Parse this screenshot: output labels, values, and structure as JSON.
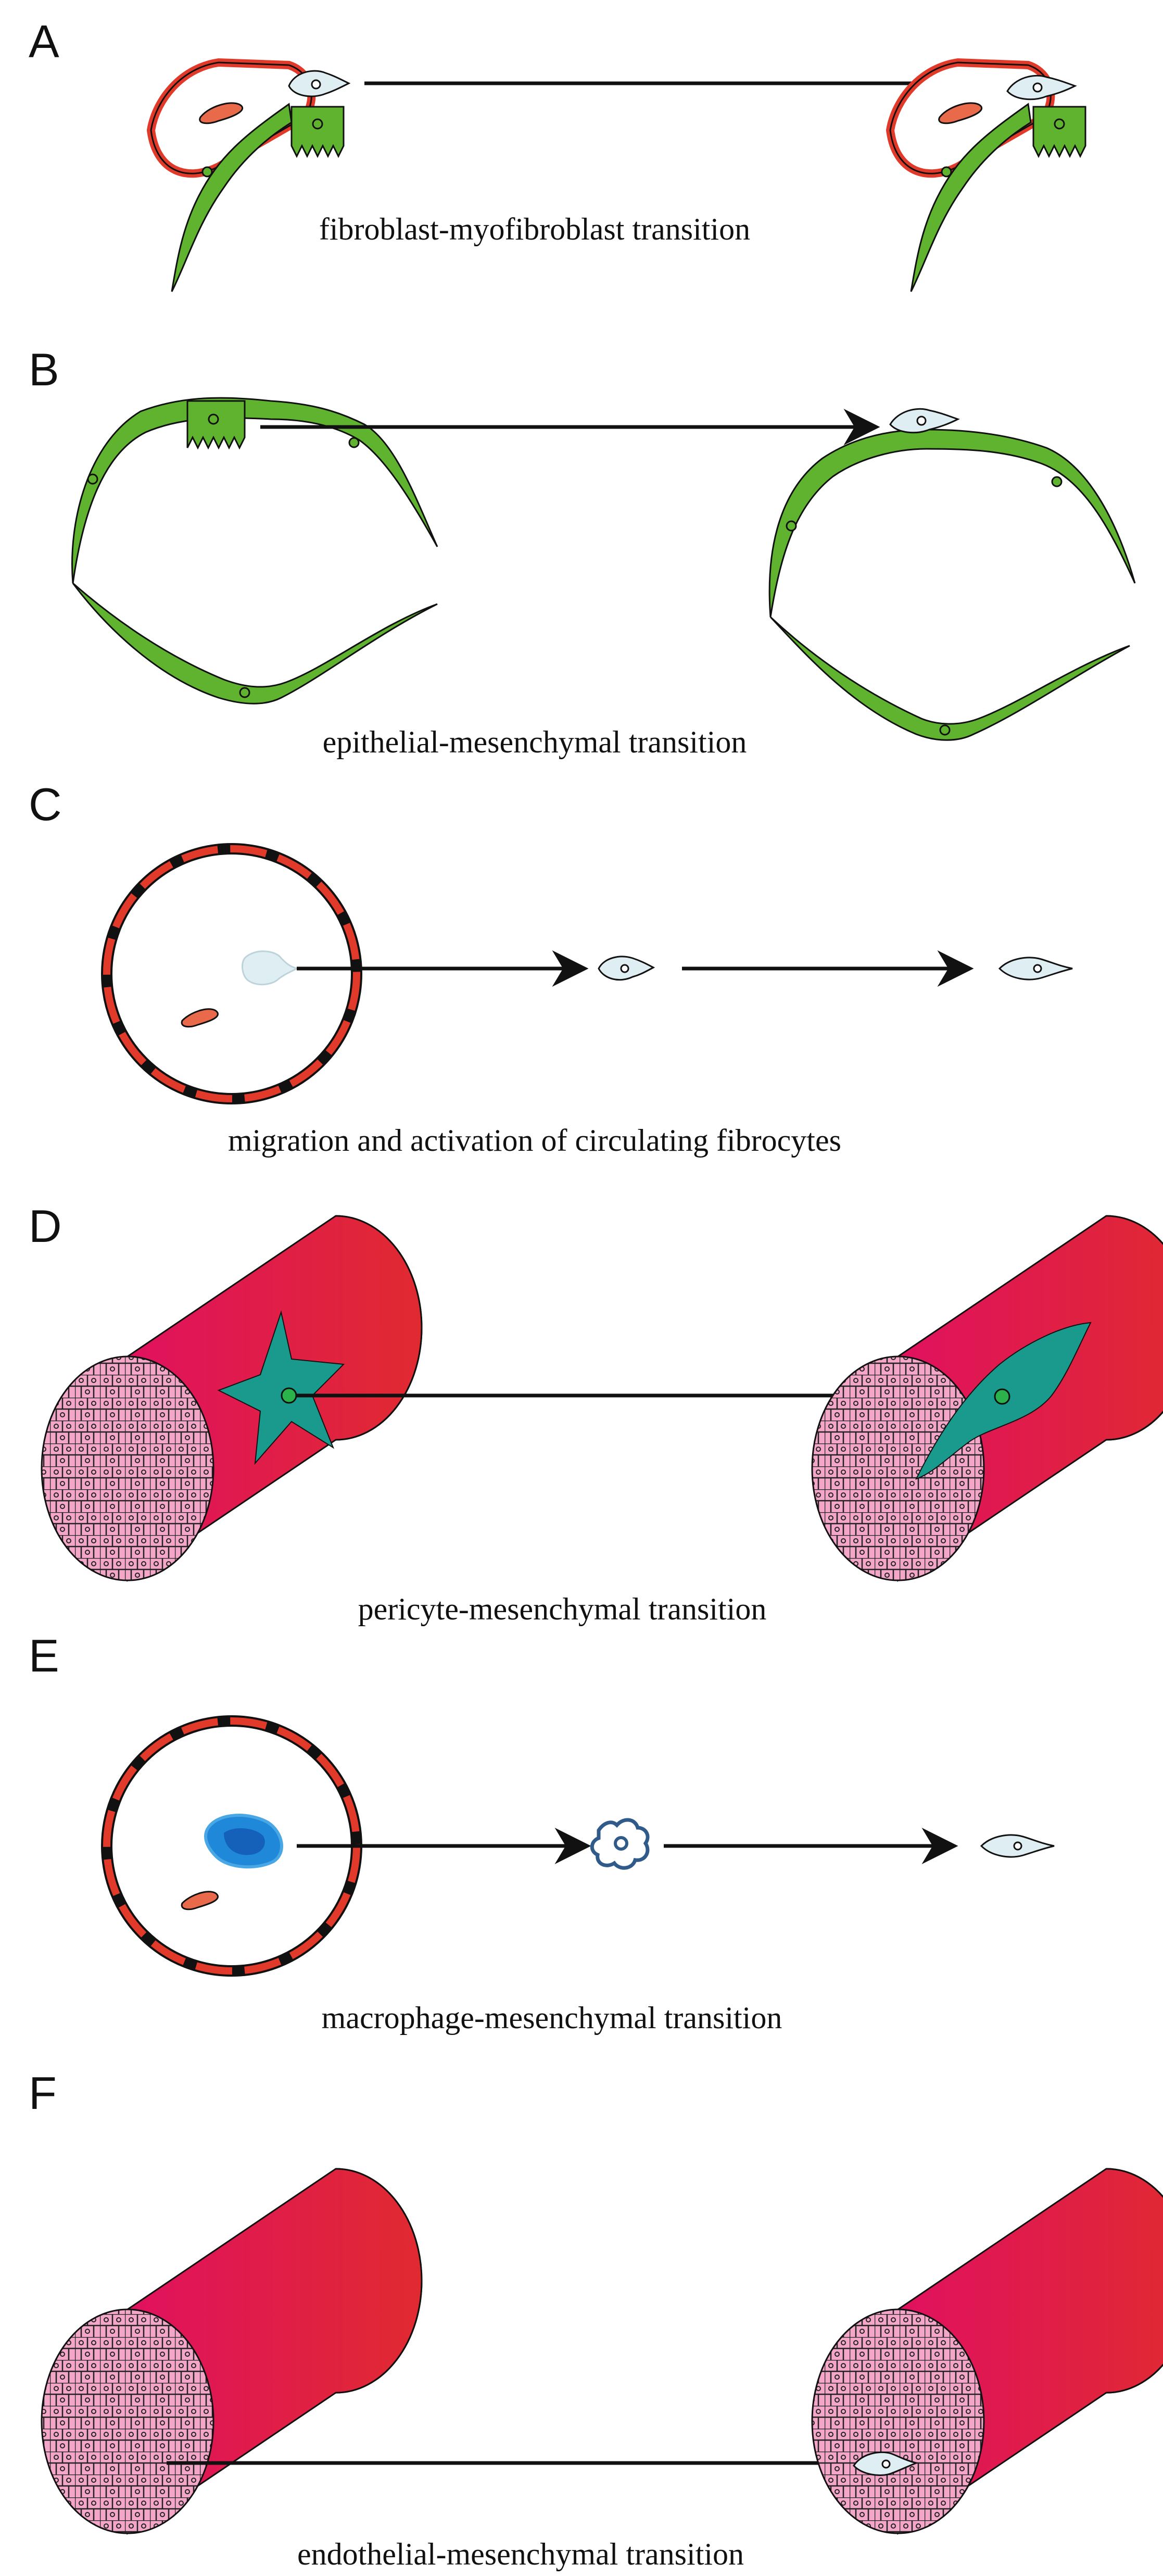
{
  "panels": [
    {
      "letter": "A",
      "caption": "fibroblast-myofibroblast transition"
    },
    {
      "letter": "B",
      "caption": "epithelial-mesenchymal transition"
    },
    {
      "letter": "C",
      "caption": "migration and activation of circulating fibrocytes"
    },
    {
      "letter": "D",
      "caption": "pericyte-mesenchymal transition"
    },
    {
      "letter": "E",
      "caption": "macrophage-mesenchymal transition"
    },
    {
      "letter": "F",
      "caption": "endothelial-mesenchymal transition"
    }
  ],
  "colors": {
    "epithelial_green": "#5fb32f",
    "capillary_red": "#e23a2a",
    "vessel_magenta": "#e0115f",
    "vessel_red": "#e02a30",
    "vessel_lumen_pink": "#f4a6c8",
    "pericyte_teal": "#1a9a8c",
    "fibroblast_light_blue": "#dfeef2",
    "macrophage_blue": "#1f88d8",
    "macrophage_dark_blue": "#1560b8",
    "outline": "#111111"
  },
  "icons": [
    "arrow-icon",
    "fibroblast-icon",
    "red-blood-cell-icon",
    "macrophage-icon",
    "monocyte-icon"
  ]
}
